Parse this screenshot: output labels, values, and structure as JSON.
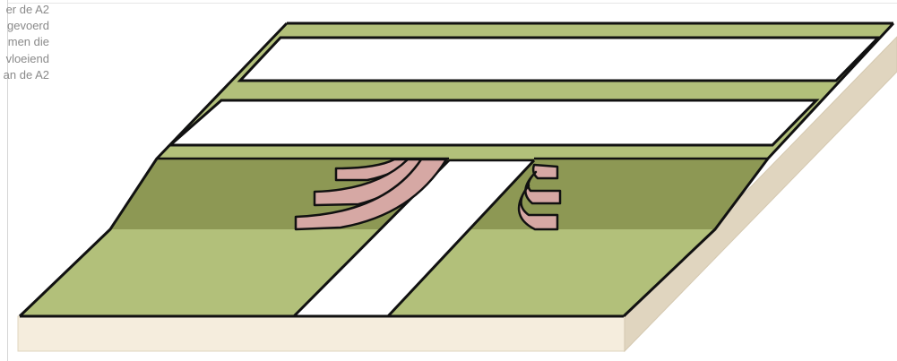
{
  "text_fragment": {
    "lines": [
      "er de A2",
      "gevoerd",
      "men die",
      "vloeiend",
      "an de A2"
    ]
  },
  "colors": {
    "grass_light": "#b2c07a",
    "grass_dark": "#8d9854",
    "base_side": "#f5eddd",
    "base_right_side": "#e0d5bf",
    "road": "#ffffff",
    "outline": "#111111",
    "ramp_fill": "#d6a8a4"
  }
}
